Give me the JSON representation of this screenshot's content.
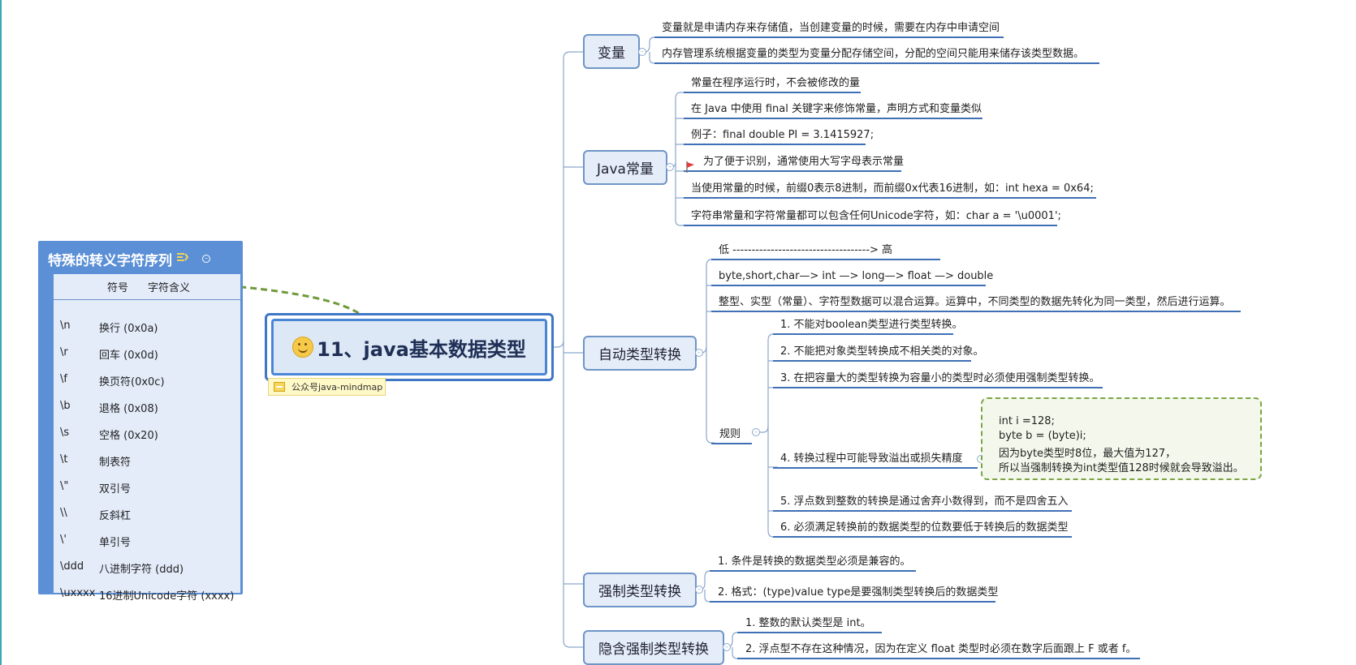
{
  "central": {
    "title": "11、java基本数据类型",
    "badge": "公众号java-mindmap",
    "emoji": "smiley-icon"
  },
  "escape_table": {
    "title": "特殊的转义字符序列",
    "header": {
      "symbol": "符号",
      "meaning": "字符含义"
    },
    "rows": [
      {
        "symbol": "\\n",
        "meaning": "换行 (0x0a)"
      },
      {
        "symbol": "\\r",
        "meaning": "回车 (0x0d)"
      },
      {
        "symbol": "\\f",
        "meaning": "换页符(0x0c)"
      },
      {
        "symbol": "\\b",
        "meaning": "退格 (0x08)"
      },
      {
        "symbol": "\\s",
        "meaning": "空格 (0x20)"
      },
      {
        "symbol": "\\t",
        "meaning": "制表符"
      },
      {
        "symbol": "\\\"",
        "meaning": "双引号"
      },
      {
        "symbol": "\\\\",
        "meaning": "反斜杠"
      },
      {
        "symbol": "\\'",
        "meaning": "单引号"
      },
      {
        "symbol": "\\ddd",
        "meaning": "八进制字符 (ddd)"
      },
      {
        "symbol": "\\uxxxx",
        "meaning": "16进制Unicode字符 (xxxx)"
      }
    ]
  },
  "branches": {
    "variable": {
      "label": "变量",
      "items": [
        "变量就是申请内存来存储值，当创建变量的时候，需要在内存中申请空间",
        "内存管理系统根据变量的类型为变量分配存储空间，分配的空间只能用来储存该类型数据。"
      ]
    },
    "constant": {
      "label": "Java常量",
      "items": [
        "常量在程序运行时，不会被修改的量",
        "在 Java 中使用 final 关键字来修饰常量，声明方式和变量类似",
        "例子：final double PI = 3.1415927;",
        "为了便于识别，通常使用大写字母表示常量",
        "当使用常量的时候，前缀0表示8进制，而前缀0x代表16进制，如：int hexa =  0x64;",
        "字符串常量和字符常量都可以包含任何Unicode字符，如：char a = '\\u0001';"
      ]
    },
    "auto": {
      "label": "自动类型转换",
      "items": [
        "低  ------------------------------------>  高",
        "byte,short,char—> int —> long—> float —> double",
        "整型、实型（常量）、字符型数据可以混合运算。运算中，不同类型的数据先转化为同一类型，然后进行运算。"
      ],
      "rules_label": "规则",
      "rules": [
        "1. 不能对boolean类型进行类型转换。",
        "2. 不能把对象类型转换成不相关类的对象。",
        "3. 在把容量大的类型转换为容量小的类型时必须使用强制类型转换。",
        "4. 转换过程中可能导致溢出或损失精度",
        "5. 浮点数到整数的转换是通过舍弃小数得到，而不是四舍五入",
        "6. 必须满足转换前的数据类型的位数要低于转换后的数据类型"
      ],
      "example": [
        "int i =128;",
        "byte b = (byte)i;",
        "因为byte类型时8位，最大值为127，",
        "所以当强制转换为int类型值128时候就会导致溢出。"
      ]
    },
    "forced": {
      "label": "强制类型转换",
      "items": [
        "1. 条件是转换的数据类型必须是兼容的。",
        "2. 格式：(type)value type是要强制类型转换后的数据类型"
      ]
    },
    "implicit": {
      "label": "隐含强制类型转换",
      "items": [
        "1. 整数的默认类型是 int。",
        "2. 浮点型不存在这种情况，因为在定义 float 类型时必须在数字后面跟上 F 或者 f。"
      ]
    }
  },
  "colors": {
    "accent": "#4a86d6",
    "branch_border": "#6f95c7",
    "link": "#8aa6cc",
    "underline": "#3f6fb5",
    "dashed_link": "#6f9a3a"
  }
}
